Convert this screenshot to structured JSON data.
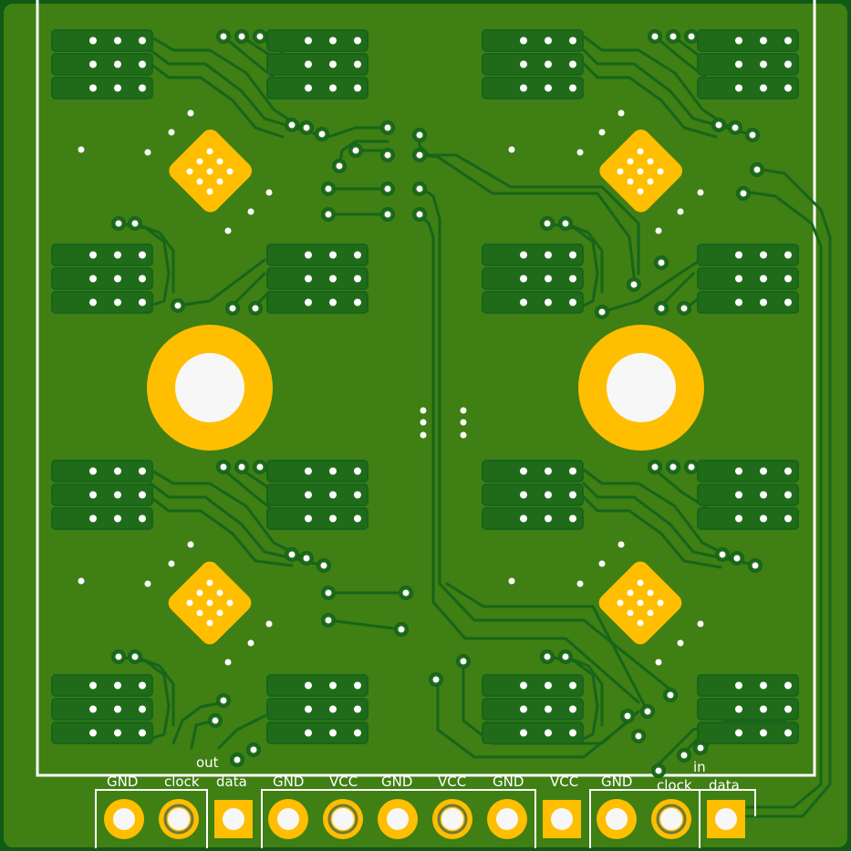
{
  "board": {
    "colors": {
      "copper_fill": "#3f7f13",
      "copper_dark": "#1f6b19",
      "trace": "#17651b",
      "gold": "#ffbe00",
      "silk": "#ffffff",
      "hole": "#f7f7f7",
      "edge": "#0f5a14"
    }
  },
  "connector": {
    "pin_labels": [
      {
        "id": "p1",
        "text": "GND"
      },
      {
        "id": "p2",
        "text": "clock"
      },
      {
        "id": "p3",
        "text": "data"
      },
      {
        "id": "p4",
        "text": "GND"
      },
      {
        "id": "p5",
        "text": "VCC"
      },
      {
        "id": "p6",
        "text": "GND"
      },
      {
        "id": "p7",
        "text": "VCC"
      },
      {
        "id": "p8",
        "text": "GND"
      },
      {
        "id": "p9",
        "text": "VCC"
      },
      {
        "id": "p10",
        "text": "GND"
      },
      {
        "id": "p11",
        "text": "clock"
      },
      {
        "id": "p12",
        "text": "data"
      }
    ],
    "out_label": "out",
    "in_label": "in"
  }
}
